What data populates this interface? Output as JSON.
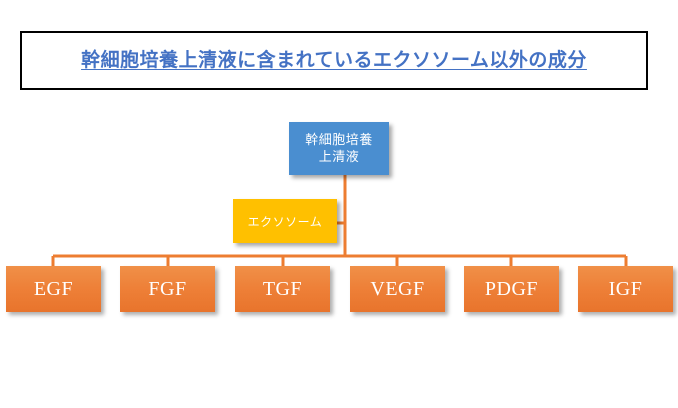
{
  "title": {
    "text": "幹細胞培養上清液に含まれているエクソソーム以外の成分",
    "color": "#4472c4",
    "border_color": "#000000"
  },
  "diagram": {
    "root": {
      "label": "幹細胞培養上清液",
      "line1": "幹細胞培養",
      "line2": "上清液",
      "color": "#4a8ed0"
    },
    "aside": {
      "label": "エクソソーム",
      "color": "#ffc000"
    },
    "connector_color": "#ed7d31",
    "leaf_color": "#ee8038",
    "leaves": [
      {
        "label": "EGF"
      },
      {
        "label": "FGF"
      },
      {
        "label": "TGF"
      },
      {
        "label": "VEGF"
      },
      {
        "label": "PDGF"
      },
      {
        "label": "IGF"
      }
    ]
  }
}
